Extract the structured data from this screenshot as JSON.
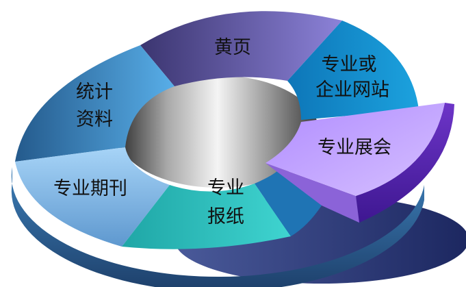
{
  "diagram": {
    "segments": [
      {
        "id": "yellow-pages",
        "lines": [
          "黄页"
        ],
        "color": "#7b6fc4"
      },
      {
        "id": "professional-website",
        "lines": [
          "专业或",
          "企业网站"
        ],
        "color": "#1793cf"
      },
      {
        "id": "professional-exhibition",
        "lines": [
          "专业展会"
        ],
        "color": "#c5a8ff"
      },
      {
        "id": "professional-newspaper",
        "lines": [
          "专业",
          "报纸"
        ],
        "color": "#21b8b8"
      },
      {
        "id": "professional-journal",
        "lines": [
          "专业期刊"
        ],
        "color": "#8fc3ee"
      },
      {
        "id": "statistics",
        "lines": [
          "统计",
          "资料"
        ],
        "color": "#3c98d6"
      }
    ]
  }
}
